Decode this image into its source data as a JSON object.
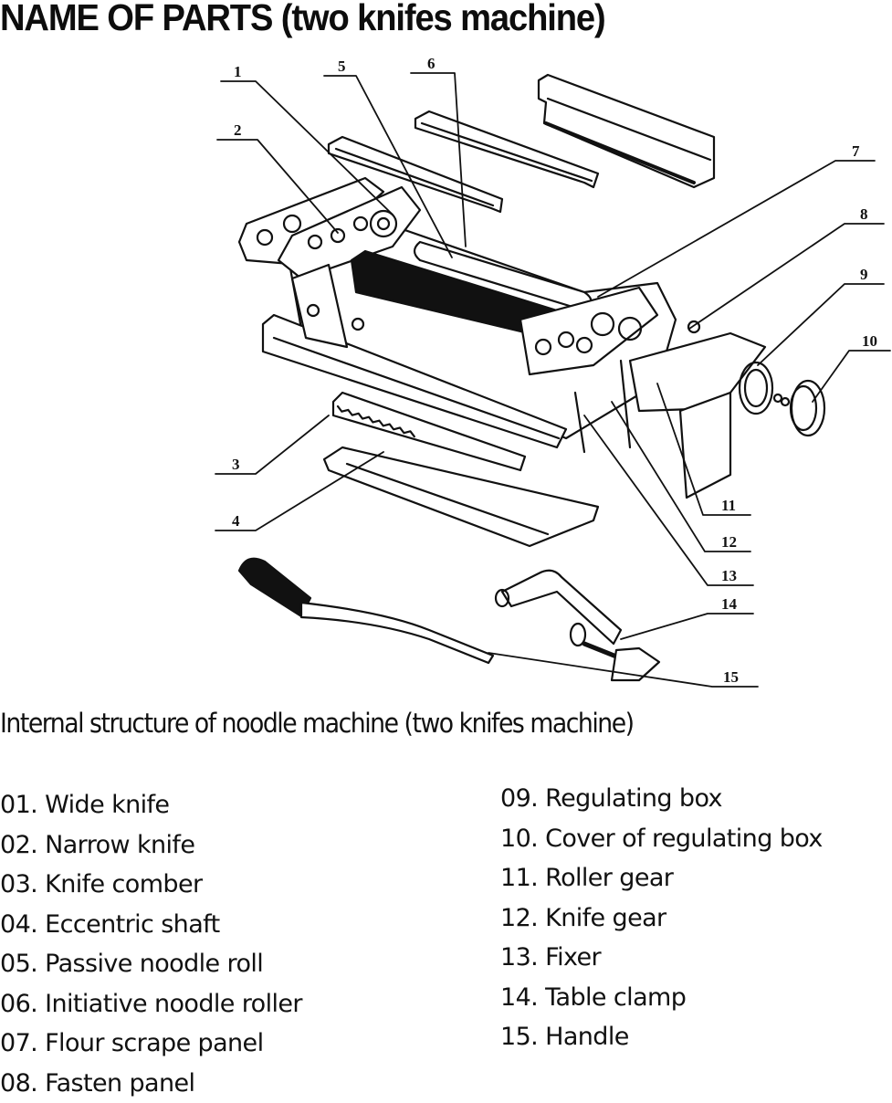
{
  "title": "NAME OF PARTS (two knifes machine)",
  "subtitle": "Internal structure of noodle machine (two knifes machine)",
  "callouts": [
    "1",
    "2",
    "3",
    "4",
    "5",
    "6",
    "7",
    "8",
    "9",
    "10",
    "11",
    "12",
    "13",
    "14",
    "15"
  ],
  "parts_left": [
    {
      "num": "01.",
      "name": "Wide knife"
    },
    {
      "num": "02.",
      "name": "Narrow knife"
    },
    {
      "num": "03.",
      "name": "Knife comber"
    },
    {
      "num": "04.",
      "name": "Eccentric shaft"
    },
    {
      "num": "05.",
      "name": "Passive noodle roll"
    },
    {
      "num": "06.",
      "name": "Initiative noodle roller"
    },
    {
      "num": "07.",
      "name": "Flour scrape panel"
    },
    {
      "num": "08.",
      "name": "Fasten panel"
    }
  ],
  "parts_right": [
    {
      "num": "09.",
      "name": "Regulating box"
    },
    {
      "num": "10.",
      "name": "Cover of regulating box"
    },
    {
      "num": "11.",
      "name": "Roller gear"
    },
    {
      "num": "12.",
      "name": "Knife gear"
    },
    {
      "num": "13.",
      "name": "Fixer"
    },
    {
      "num": "14.",
      "name": "Table clamp"
    },
    {
      "num": "15.",
      "name": "Handle"
    }
  ]
}
